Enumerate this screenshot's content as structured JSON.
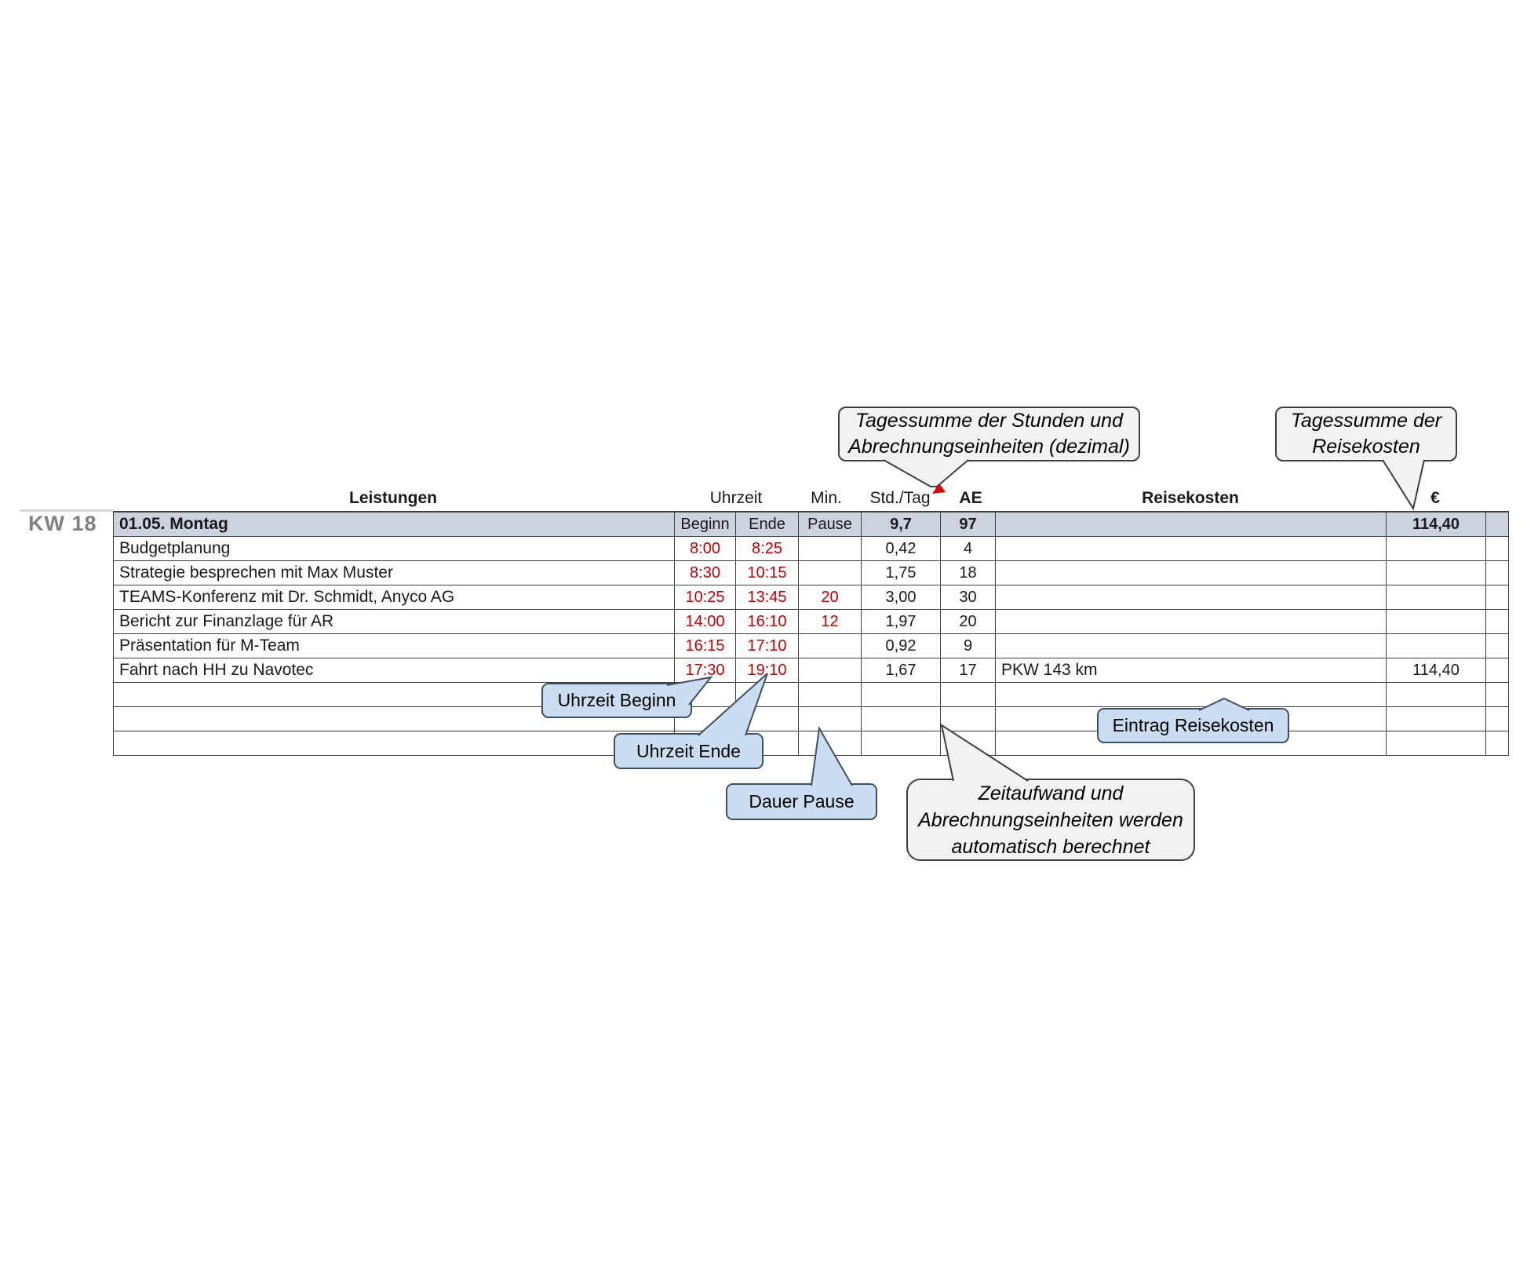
{
  "kw_label": "KW 18",
  "column_headers": {
    "leistungen": "Leistungen",
    "uhrzeit": "Uhrzeit",
    "min": "Min.",
    "std_tag": "Std./Tag",
    "ae": "AE",
    "reisekosten": "Reisekosten",
    "euro": "€"
  },
  "day": {
    "label": "01.05. Montag",
    "beginn_label": "Beginn",
    "ende_label": "Ende",
    "pause_label": "Pause",
    "sum_std": "9,7",
    "sum_ae": "97",
    "sum_reisekosten": "",
    "sum_euro": "114,40",
    "sum_rest": ""
  },
  "table": {
    "rows": [
      {
        "leistung": "Budgetplanung",
        "beginn": "8:00",
        "ende": "8:25",
        "pause": "",
        "std": "0,42",
        "ae": "4",
        "reisekosten": "",
        "euro": "",
        "rest": ""
      },
      {
        "leistung": "Strategie besprechen mit Max Muster",
        "beginn": "8:30",
        "ende": "10:15",
        "pause": "",
        "std": "1,75",
        "ae": "18",
        "reisekosten": "",
        "euro": "",
        "rest": ""
      },
      {
        "leistung": "TEAMS-Konferenz mit Dr. Schmidt, Anyco AG",
        "beginn": "10:25",
        "ende": "13:45",
        "pause": "20",
        "std": "3,00",
        "ae": "30",
        "reisekosten": "",
        "euro": "",
        "rest": ""
      },
      {
        "leistung": "Bericht zur Finanzlage für AR",
        "beginn": "14:00",
        "ende": "16:10",
        "pause": "12",
        "std": "1,97",
        "ae": "20",
        "reisekosten": "",
        "euro": "",
        "rest": ""
      },
      {
        "leistung": "Präsentation für M-Team",
        "beginn": "16:15",
        "ende": "17:10",
        "pause": "",
        "std": "0,92",
        "ae": "9",
        "reisekosten": "",
        "euro": "",
        "rest": ""
      },
      {
        "leistung": "Fahrt nach HH zu Navotec",
        "beginn": "17:30",
        "ende": "19:10",
        "pause": "",
        "std": "1,67",
        "ae": "17",
        "reisekosten": "PKW 143 km",
        "euro": "114,40",
        "rest": ""
      },
      {
        "leistung": "",
        "beginn": "",
        "ende": "",
        "pause": "",
        "std": "",
        "ae": "",
        "reisekosten": "",
        "euro": "",
        "rest": ""
      },
      {
        "leistung": "",
        "beginn": "",
        "ende": "",
        "pause": "",
        "std": "",
        "ae": "",
        "reisekosten": "",
        "euro": "",
        "rest": ""
      },
      {
        "leistung": "",
        "beginn": "",
        "ende": "",
        "pause": "",
        "std": "",
        "ae": "",
        "reisekosten": "",
        "euro": "",
        "rest": ""
      }
    ]
  },
  "callouts": {
    "tagessumme_stunden": {
      "lines": [
        "Tagessumme der Stunden und",
        "Abrechnungseinheiten (dezimal)"
      ]
    },
    "tagessumme_reisekosten": {
      "lines": [
        "Tagessumme der",
        "Reisekosten"
      ]
    },
    "uhrzeit_beginn": {
      "lines": [
        "Uhrzeit Beginn"
      ]
    },
    "uhrzeit_ende": {
      "lines": [
        "Uhrzeit Ende"
      ]
    },
    "dauer_pause": {
      "lines": [
        "Dauer Pause"
      ]
    },
    "eintrag_reisekosten": {
      "lines": [
        "Eintrag Reisekosten"
      ]
    },
    "auto_berechnet": {
      "lines": [
        "Zeitaufwand und",
        "Abrechnungseinheiten werden",
        "automatisch berechnet"
      ]
    }
  },
  "colors": {
    "day_row_background": "#ccd3df",
    "time_entry_text": "#c00000",
    "blue_callout_background": "#cbddf1",
    "blue_callout_border": "#3e4f5e",
    "gray_callout_background": "#f2f2f2",
    "gray_callout_border": "#3f3f3f",
    "kw_label_text": "#808080",
    "comment_marker": "#dd0000"
  }
}
